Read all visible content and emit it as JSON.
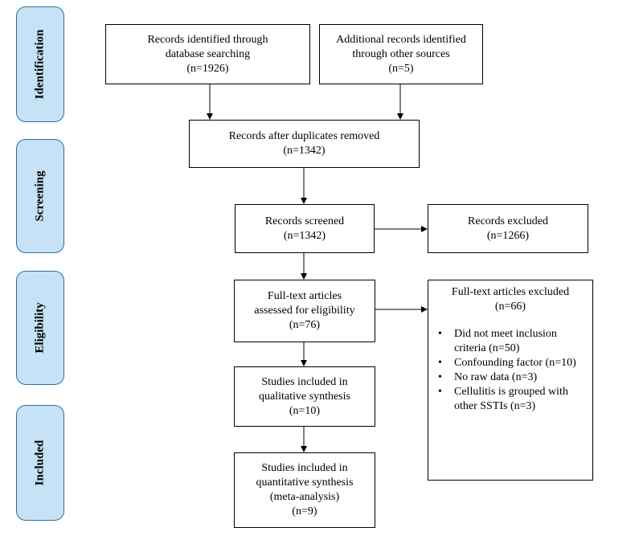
{
  "phases": {
    "identification": "Identification",
    "screening": "Screening",
    "eligibility": "Eligibility",
    "included": "Included"
  },
  "boxes": {
    "db_search": [
      "Records identified through",
      "database searching",
      "(n=1926)"
    ],
    "other_sources": [
      "Additional records identified",
      "through other sources",
      "(n=5)"
    ],
    "after_duplicates": [
      "Records after duplicates removed",
      "(n=1342)"
    ],
    "screened": [
      "Records screened",
      "(n=1342)"
    ],
    "screened_excluded": [
      "Records excluded",
      "(n=1266)"
    ],
    "fulltext_assessed": [
      "Full-text articles",
      "assessed for eligibility",
      "(n=76)"
    ],
    "fulltext_excluded": {
      "title": [
        "Full-text articles excluded",
        "(n=66)"
      ],
      "reasons": [
        [
          "Did not meet inclusion",
          "criteria (n=50)"
        ],
        [
          "Confounding factor (n=10)"
        ],
        [
          "No raw data (n=3)"
        ],
        [
          "Cellulitis is grouped with",
          "other SSTIs (n=3)"
        ]
      ]
    },
    "qualitative": [
      "Studies included in",
      "qualitative synthesis",
      "(n=10)"
    ],
    "quantitative": [
      "Studies included in",
      "quantitative synthesis",
      "(meta-analysis)",
      "(n=9)"
    ]
  }
}
